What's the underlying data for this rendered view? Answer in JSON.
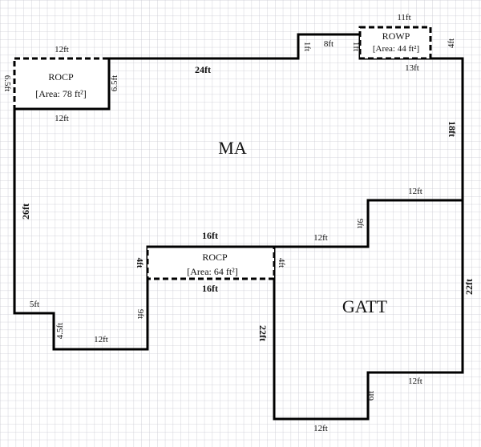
{
  "rooms": {
    "ma": "MA",
    "gatt": "GATT",
    "rocp_top": {
      "name": "ROCP",
      "area": "[Area: 78 ft²]"
    },
    "rocp_mid": {
      "name": "ROCP",
      "area": "[Area: 64 ft²]"
    },
    "rowp": {
      "name": "ROWP",
      "area": "[Area: 44 ft²]"
    }
  },
  "dims": {
    "rocp_top_top": "12ft",
    "rocp_top_left": "6.5ft",
    "rocp_top_right": "6.5ft",
    "rocp_top_bottom": "12ft",
    "top_wall": "24ft",
    "step_left": "1ft",
    "step_top": "8ft",
    "step_right": "1ft",
    "rowp_top": "11ft",
    "rowp_right": "4ft",
    "rowp_bottom": "13ft",
    "right_upper": "18ft",
    "ledge_top": "12ft",
    "ledge_drop": "9ft",
    "mid_right": "12ft",
    "rocp_mid_top": "16ft",
    "rocp_mid_left": "4ft",
    "rocp_mid_right": "4ft",
    "rocp_mid_bottom": "16ft",
    "left_wall": "26ft",
    "notch_top": "5ft",
    "notch_side": "4.5ft",
    "bottom_left": "12ft",
    "inner_drop": "9ft",
    "gatt_left": "22ft",
    "gatt_bottom": "12ft",
    "gatt_step": "6ft",
    "gatt_ledge": "12ft",
    "right_lower": "22ft"
  }
}
